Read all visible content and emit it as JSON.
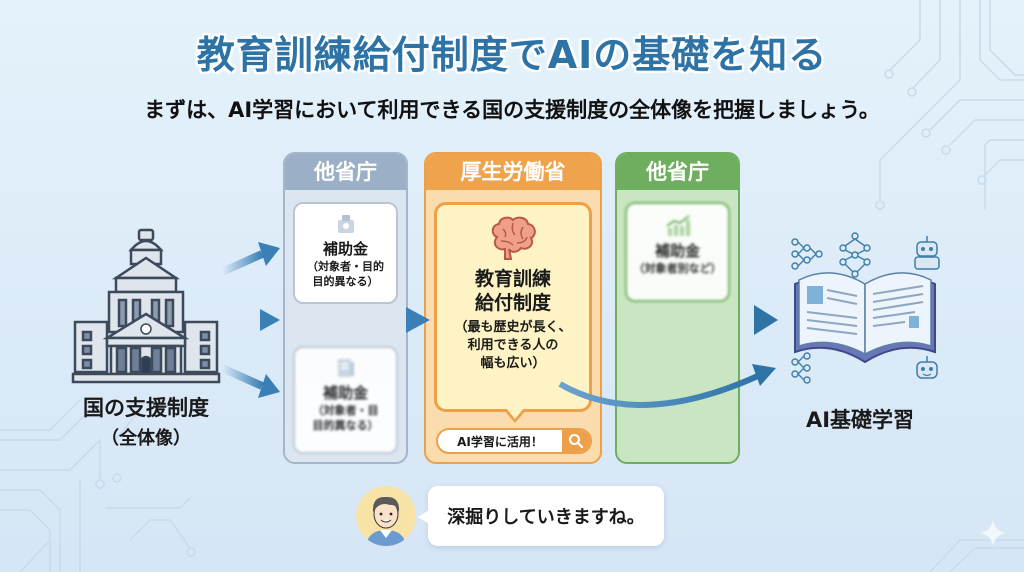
{
  "title": "教育訓練給付制度でAIの基礎を知る",
  "subtitle": "まずは、AI学習において利用できる国の支援制度の全体像を把握しましょう。",
  "left": {
    "icon": "government-building-icon",
    "label": "国の支援制度",
    "sublabel": "（全体像）"
  },
  "columns": {
    "other_ministry_1": {
      "header": "他省庁",
      "color": "#9bb0c6",
      "cards": [
        {
          "icon": "subsidy-icon",
          "title": "補助金",
          "sub_line1": "（対象者・目的",
          "sub_line2": "目的異なる）"
        },
        {
          "icon": "document-icon",
          "title": "補助金",
          "sub_line1": "（対象者・目",
          "sub_line2": "目的異なる）"
        }
      ]
    },
    "mhlw": {
      "header": "厚生労働省",
      "color": "#efa34c",
      "card": {
        "icon": "brain-icon",
        "title_line1": "教育訓練",
        "title_line2": "給付制度",
        "sub_line1": "（最も歴史が長く、",
        "sub_line2": "利用できる人の",
        "sub_line3": "幅も広い）"
      },
      "pill": {
        "label": "AI学習に活用！",
        "icon": "search-icon"
      }
    },
    "other_ministry_2": {
      "header": "他省庁",
      "color": "#6fae5f",
      "cards": [
        {
          "icon": "growth-chart-icon",
          "title": "補助金",
          "sub": "（対象者別など）"
        }
      ]
    }
  },
  "right": {
    "icon": "open-book-ai-icon",
    "label": "AI基礎学習"
  },
  "speech": {
    "avatar": "man-avatar",
    "text": "深掘りしていきますね。"
  },
  "colors": {
    "title": "#2e73a6",
    "arrow": "#3a7fb5",
    "background": "#e0eef9"
  }
}
